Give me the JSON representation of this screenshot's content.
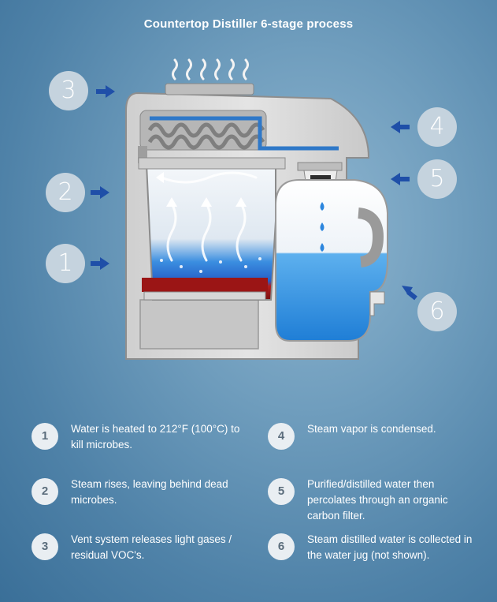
{
  "title": "Countertop Distiller 6-stage process",
  "callouts": [
    "3",
    "2",
    "1",
    "4",
    "5",
    "6"
  ],
  "steps": [
    {
      "num": "1",
      "text": "Water is heated to 212°F (100°C) to kill microbes."
    },
    {
      "num": "2",
      "text": "Steam rises, leaving behind dead microbes."
    },
    {
      "num": "3",
      "text": "Vent system releases light gases / residual VOC's."
    },
    {
      "num": "4",
      "text": "Steam vapor is condensed."
    },
    {
      "num": "5",
      "text": "Purified/distilled water then percolates through an organic carbon filter."
    },
    {
      "num": "6",
      "text": "Steam distilled water is collected in the water jug (not shown)."
    }
  ],
  "colors": {
    "arrow": "#1f4fa8",
    "callout_bg": "#c5d3de",
    "water": "#2a8fe0",
    "heater": "#c21c1c",
    "housing": "#d8d8d8"
  },
  "icons": [
    "right-arrow-icon",
    "left-arrow-icon",
    "steam-icon",
    "water-drop-icon"
  ]
}
